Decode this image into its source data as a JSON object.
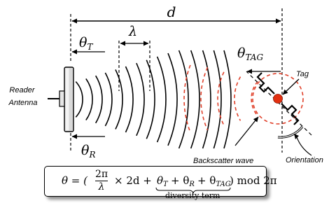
{
  "labels": {
    "distance": "d",
    "theta_t": "θ",
    "theta_t_sub": "T",
    "lambda": "λ",
    "theta_tag": "θ",
    "theta_tag_sub": "TAG",
    "theta_r": "θ",
    "theta_r_sub": "R",
    "tag": "Tag",
    "reader_line1": "Reader",
    "reader_line2": "Antenna",
    "backscatter": "Backscatter wave",
    "orientation": "Orientation"
  },
  "formula": {
    "lhs": "θ = (",
    "frac_num": "2π",
    "frac_den": "λ",
    "times": "× 2d +",
    "t1": "θ",
    "t1_sub": "T",
    "plus1": "+ θ",
    "t2_sub": "R",
    "plus2": "+ θ",
    "t3_sub": "TAG",
    "close": ") mod 2π",
    "underbrace_label": "diversity term"
  },
  "colors": {
    "waves": "#000000",
    "backscatter": "#e0402a",
    "tag_chip": "#e33010"
  }
}
